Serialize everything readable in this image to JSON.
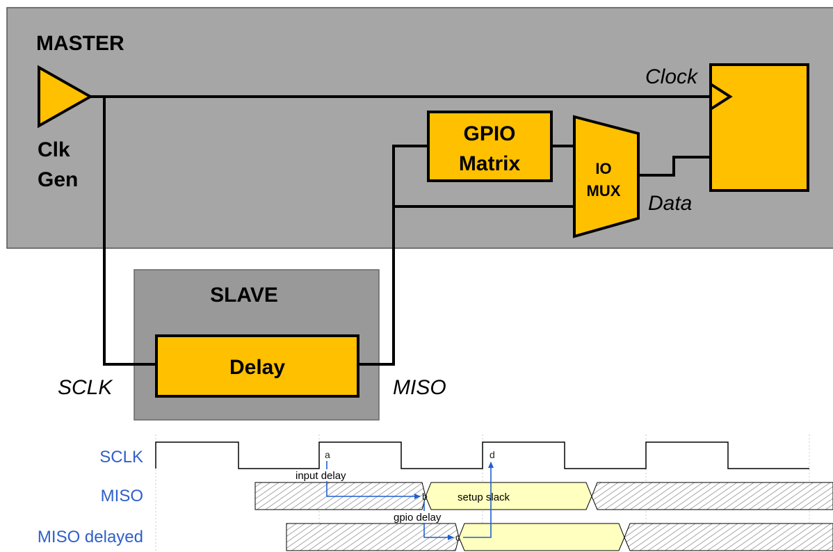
{
  "diagram": {
    "master": {
      "title": "MASTER"
    },
    "clk_gen": {
      "line1": "Clk",
      "line2": "Gen"
    },
    "gpio_matrix": {
      "line1": "GPIO",
      "line2": "Matrix"
    },
    "io_mux": {
      "line1": "IO",
      "line2": "MUX"
    },
    "signals": {
      "clock": "Clock",
      "data": "Data",
      "sclk": "SCLK",
      "miso": "MISO"
    },
    "slave": {
      "title": "SLAVE",
      "delay": "Delay"
    },
    "colors": {
      "block": "#ffc000",
      "master_bg": "#a6a6a6",
      "slave_bg": "#999999",
      "wave_fill": "#ffffc0",
      "arrow": "#1f5fd1"
    }
  },
  "timing": {
    "rows": [
      "SCLK",
      "MISO",
      "MISO delayed"
    ],
    "markers": {
      "a": "a",
      "b": "b",
      "c": "c",
      "d": "d"
    },
    "annotations": {
      "input_delay": "input delay",
      "setup_slack": "setup slack",
      "gpio_delay": "gpio delay"
    }
  }
}
